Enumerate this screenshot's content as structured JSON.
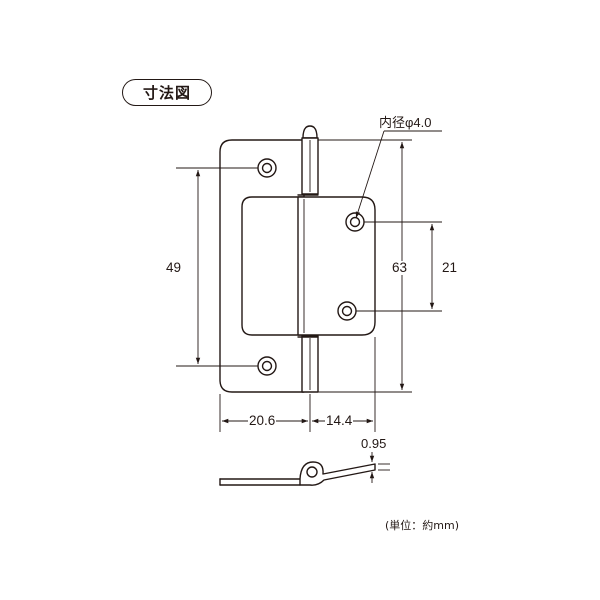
{
  "title": "寸法図",
  "labels": {
    "hole_diameter": "内径φ4.0",
    "height_total": "63",
    "height_holes": "49",
    "height_right_holes": "21",
    "width_left": "20.6",
    "width_right": "14.4",
    "thickness": "0.95"
  },
  "unit_note": "(単位：約mm)"
}
